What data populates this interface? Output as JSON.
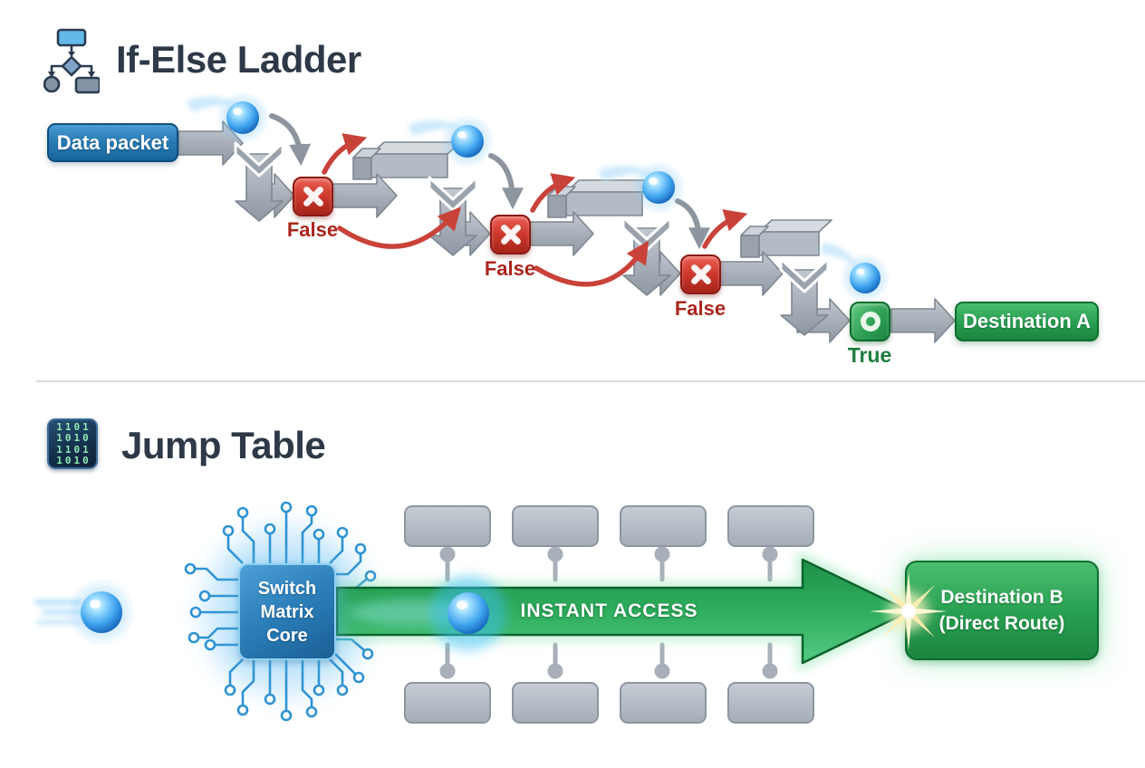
{
  "ladder": {
    "title": "If-Else Ladder",
    "source": "Data packet",
    "checks": [
      {
        "label": "False"
      },
      {
        "label": "False"
      },
      {
        "label": "False"
      }
    ],
    "pass": {
      "label": "True"
    },
    "destination": "Destination A"
  },
  "jump_table": {
    "title": "Jump Table",
    "icon_rows": [
      "1101",
      "1010",
      "1101",
      "1010"
    ],
    "core": {
      "line1": "Switch",
      "line2": "Matrix",
      "line3": "Core"
    },
    "arrow_label": "INSTANT ACCESS",
    "destination": {
      "line1": "Destination B",
      "line2": "(Direct Route)"
    }
  },
  "colors": {
    "title_text": "#2e3947",
    "packet_blue": "#2b7cb6",
    "false_red": "#c0392b",
    "success_green": "#22a055",
    "arrow_gray": "#a7afb9",
    "circuit_blue": "#2e93d4"
  }
}
